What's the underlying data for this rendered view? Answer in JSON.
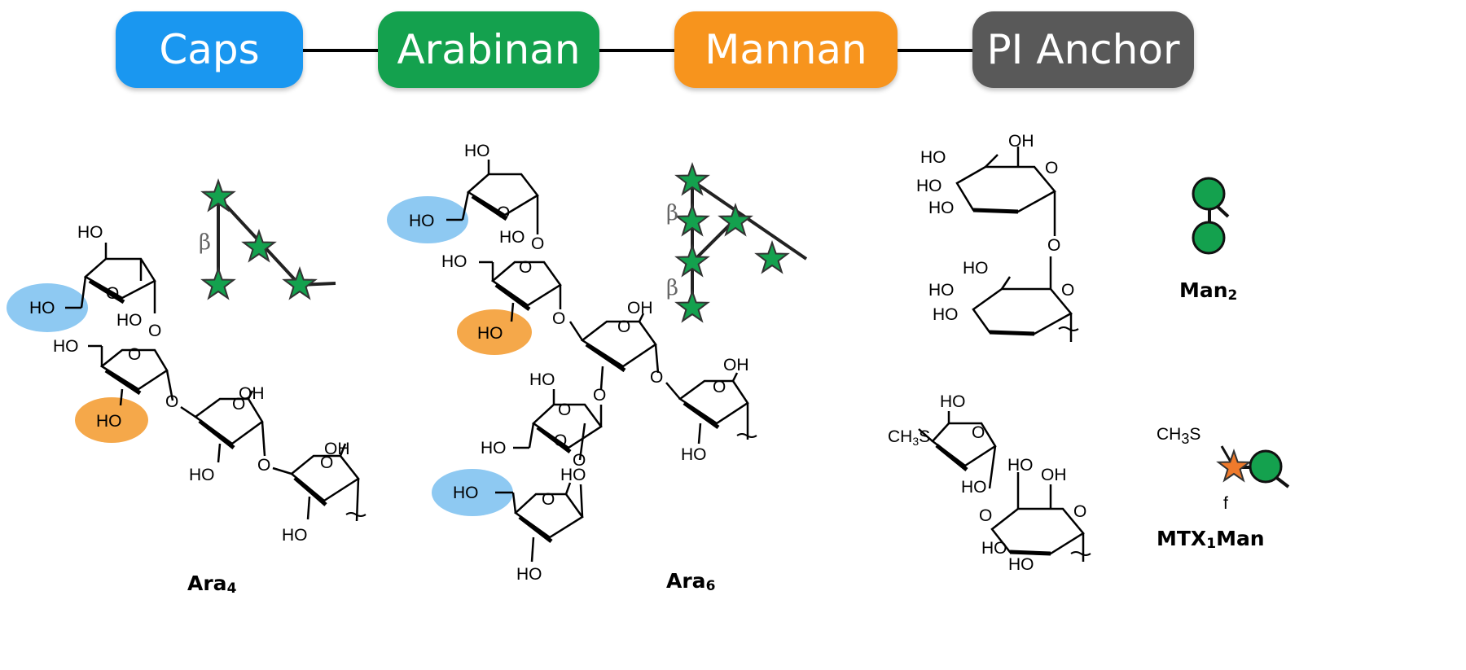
{
  "header": {
    "segments": [
      {
        "label": "Caps",
        "color": "#1a97f0"
      },
      {
        "label": "Arabinan",
        "color": "#14a14e"
      },
      {
        "label": "Mannan",
        "color": "#f7941d"
      },
      {
        "label": "PI Anchor",
        "color": "#595959"
      }
    ]
  },
  "structures": {
    "ara4": {
      "name": "Ara",
      "sub": "4"
    },
    "ara6": {
      "name": "Ara",
      "sub": "6"
    },
    "man2": {
      "name": "Man",
      "sub": "2"
    },
    "mtx": {
      "name": "MTX",
      "sub": "1",
      "suffix": "Man",
      "f_label": "f",
      "ch3s": "CH",
      "ch3s_sub": "3",
      "ch3s_end": "S"
    }
  },
  "atoms": {
    "ho": "HO",
    "oh": "OH",
    "o": "O"
  },
  "symbols": {
    "beta": "β",
    "highlight_caps": "#8ec9f2",
    "highlight_branch": "#f5a84a",
    "arabinose_star": "#14a14e",
    "mtx_star": "#ee7a2c",
    "mannose_circle": "#14a14e"
  }
}
